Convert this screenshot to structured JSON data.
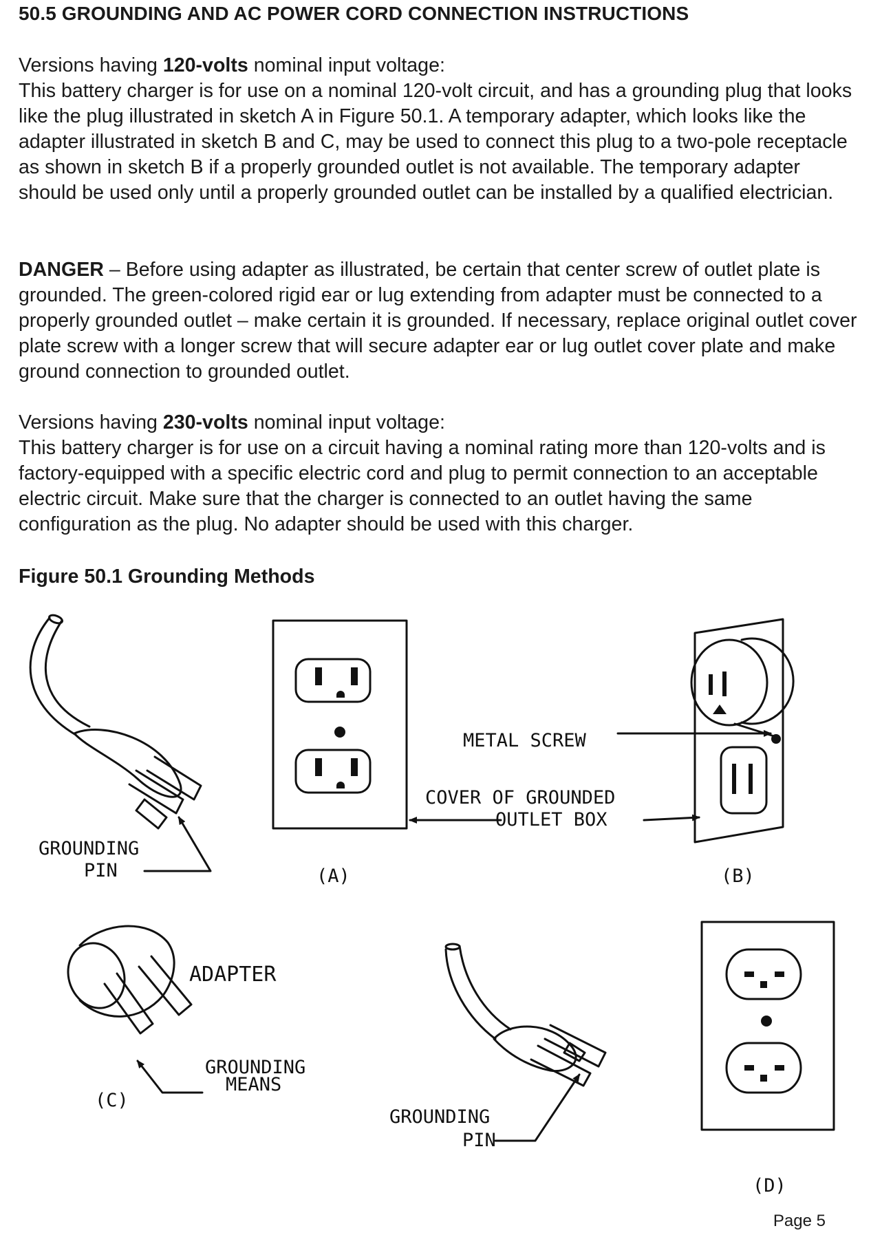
{
  "section": {
    "title": "50.5 GROUNDING AND AC POWER CORD CONNECTION INSTRUCTIONS"
  },
  "v120": {
    "intro_pre": "Versions having ",
    "intro_bold": "120-volts",
    "intro_post": " nominal input voltage:",
    "body": "This battery charger is for use on a nominal 120-volt circuit, and has a grounding plug that looks like the plug illustrated in sketch A in Figure 50.1. A temporary adapter, which looks like the adapter illustrated in sketch B and C, may be used to connect this plug to a two-pole receptacle as shown in sketch B if a properly grounded outlet is not available. The temporary adapter should be used only until a properly grounded outlet can be installed by a qualified electrician."
  },
  "danger": {
    "label": "DANGER",
    "text": " – Before using adapter as illustrated, be certain that center screw of outlet plate is grounded. The green-colored rigid ear or lug extending from adapter must be connected to a properly grounded outlet – make certain it is grounded. If necessary, replace original outlet cover plate screw with a longer screw that will secure adapter ear or lug outlet cover plate and make ground connection to grounded outlet."
  },
  "v230": {
    "intro_pre": "Versions having ",
    "intro_bold": "230-volts",
    "intro_post": " nominal input voltage:",
    "body": "This battery charger is for use on a circuit having a nominal rating more than 120-volts and is factory-equipped with a specific electric cord and plug to permit connection to an acceptable electric circuit. Make sure that the charger is connected to an outlet having the same configuration as the plug. No adapter should be used with this charger."
  },
  "figure": {
    "caption": "Figure 50.1  Grounding Methods",
    "labels": {
      "grounding_pin_a_line1": "GROUNDING",
      "grounding_pin_a_line2": "PIN",
      "sketch_a": "(A)",
      "sketch_b": "(B)",
      "metal_screw": "METAL SCREW",
      "cover_line1": "COVER OF GROUNDED",
      "cover_line2": "OUTLET BOX",
      "adapter": "ADAPTER",
      "grounding_means_line1": "GROUNDING",
      "grounding_means_line2": "MEANS",
      "sketch_c": "(C)",
      "grounding_pin_d_line1": "GROUNDING",
      "grounding_pin_d_line2": "PIN",
      "sketch_d": "(D)"
    }
  },
  "footer": {
    "page": "Page 5"
  }
}
